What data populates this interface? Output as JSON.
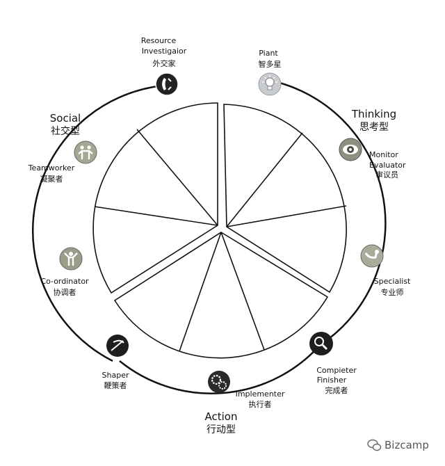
{
  "groups": {
    "social": {
      "en": "Social",
      "cn": "社交型"
    },
    "thinking": {
      "en": "Thinking",
      "cn": "思考型"
    },
    "action": {
      "en": "Action",
      "cn": "行动型"
    }
  },
  "roles": {
    "resource": {
      "en1": "Resource",
      "en2": "Investigaior",
      "cn": "外交家",
      "icon": "phone-icon",
      "color": "#222222"
    },
    "plant": {
      "en1": "Piant",
      "cn": "智多星",
      "icon": "lightbulb-icon",
      "color": "#c8ccd0"
    },
    "monitor": {
      "en1": "Monitor",
      "en2": "Evaluator",
      "cn": "审议员",
      "icon": "eye-icon",
      "color": "#8c9080"
    },
    "specialist": {
      "en1": "Specialist",
      "cn": "专业师",
      "icon": "pipe-icon",
      "color": "#a8ad9a"
    },
    "completer": {
      "en1": "Compieter",
      "en2": "Finisher",
      "cn": "完成者",
      "icon": "magnifier-icon",
      "color": "#1e1e1e"
    },
    "implementer": {
      "en1": "Implementer",
      "cn": "执行者",
      "icon": "gears-icon",
      "color": "#2a2a2a"
    },
    "shaper": {
      "en1": "Shaper",
      "cn": "鞭策者",
      "icon": "whip-icon",
      "color": "#1e1e1e"
    },
    "coordinator": {
      "en1": "Co-ordinator",
      "cn": "协调者",
      "icon": "person-icon",
      "color": "#9a9e88"
    },
    "teamworker": {
      "en1": "Teamworker",
      "cn": "凝聚者",
      "icon": "people-icon",
      "color": "#a3a892"
    }
  },
  "watermark": {
    "text": "Bizcamp",
    "icon": "wechat-icon"
  }
}
